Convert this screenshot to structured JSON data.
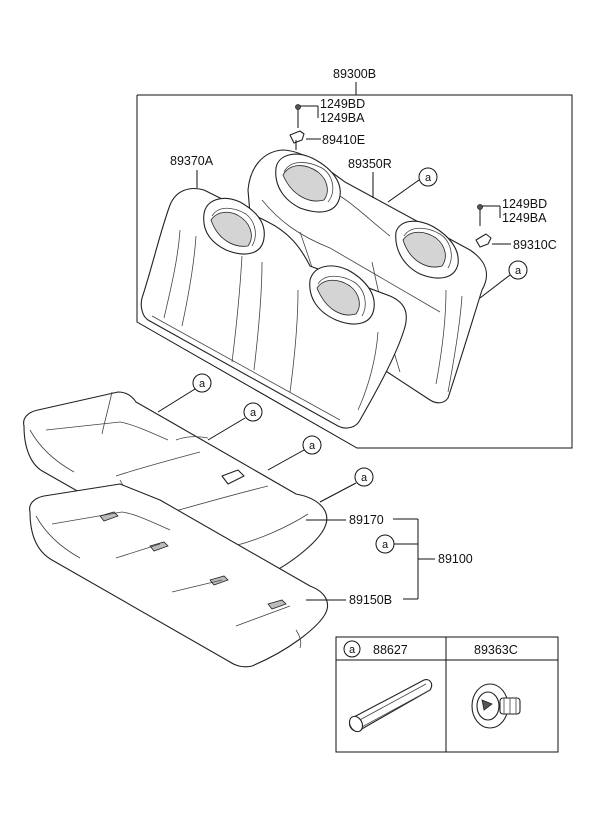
{
  "labels": {
    "assy": "89300B",
    "bolt_a_1": "1249BD",
    "bolt_a_2": "1249BA",
    "bracket_a": "89410E",
    "back_left": "89370A",
    "back_right": "89350R",
    "bolt_b_1": "1249BD",
    "bolt_b_2": "1249BA",
    "bracket_b": "89310C",
    "cushion_cover": "89170",
    "cushion_assy": "89100",
    "cushion_pad": "89150B"
  },
  "callout_letter": "a",
  "legend": {
    "col1_part": "88627",
    "col2_part": "89363C"
  }
}
